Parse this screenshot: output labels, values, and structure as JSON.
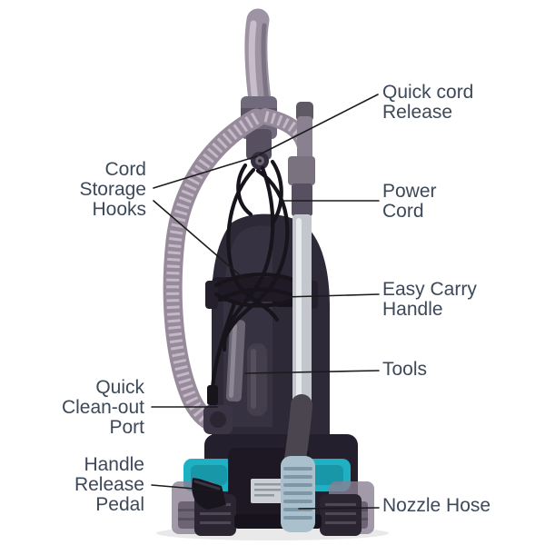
{
  "diagram": {
    "subject": "Upright vacuum cleaner rear view",
    "labels": [
      {
        "id": "quick-cord-release",
        "text": "Quick cord\nRelease"
      },
      {
        "id": "cord-storage-hooks",
        "text": "Cord\nStorage\nHooks"
      },
      {
        "id": "power-cord",
        "text": "Power\nCord"
      },
      {
        "id": "easy-carry-handle",
        "text": "Easy Carry\nHandle"
      },
      {
        "id": "tools",
        "text": "Tools"
      },
      {
        "id": "quick-clean-out-port",
        "text": "Quick\nClean-out\nPort"
      },
      {
        "id": "handle-release-pedal",
        "text": "Handle\nRelease\nPedal"
      },
      {
        "id": "nozzle-hose",
        "text": "Nozzle Hose"
      }
    ],
    "colors": {
      "label_text": "#3d4859",
      "leader_line": "#1b1b1b",
      "teal_accent": "#1fb0c4",
      "body_dark": "#2e2937",
      "hose_gray": "#978b9b",
      "handle_silver": "#9d93a2",
      "wand_silver": "#c3c7cd",
      "nozzle_blue": "#abc0cd",
      "sticker_gray": "#ccd0d6",
      "background": "#ffffff"
    }
  }
}
